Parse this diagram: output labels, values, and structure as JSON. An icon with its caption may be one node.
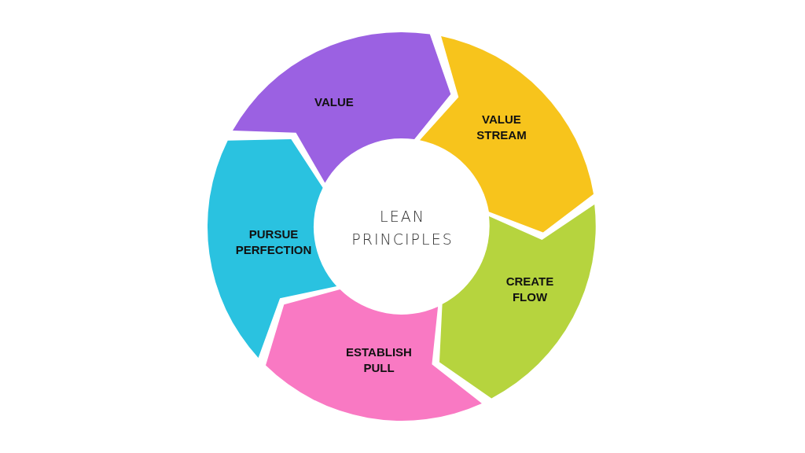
{
  "diagram": {
    "nodes": [
      {
        "text": [
          "VALUE"
        ]
      },
      {
        "text": [
          "VALUE STREAM"
        ]
      },
      {
        "text": [
          "CREATE FLOW"
        ]
      },
      {
        "text": [
          "ESTABLISH PULL"
        ]
      },
      {
        "text": [
          "PURSUE PERFECTION"
        ]
      },
      {
        "text": [
          "LEAN PRINCIPLES"
        ]
      }
    ]
  }
}
